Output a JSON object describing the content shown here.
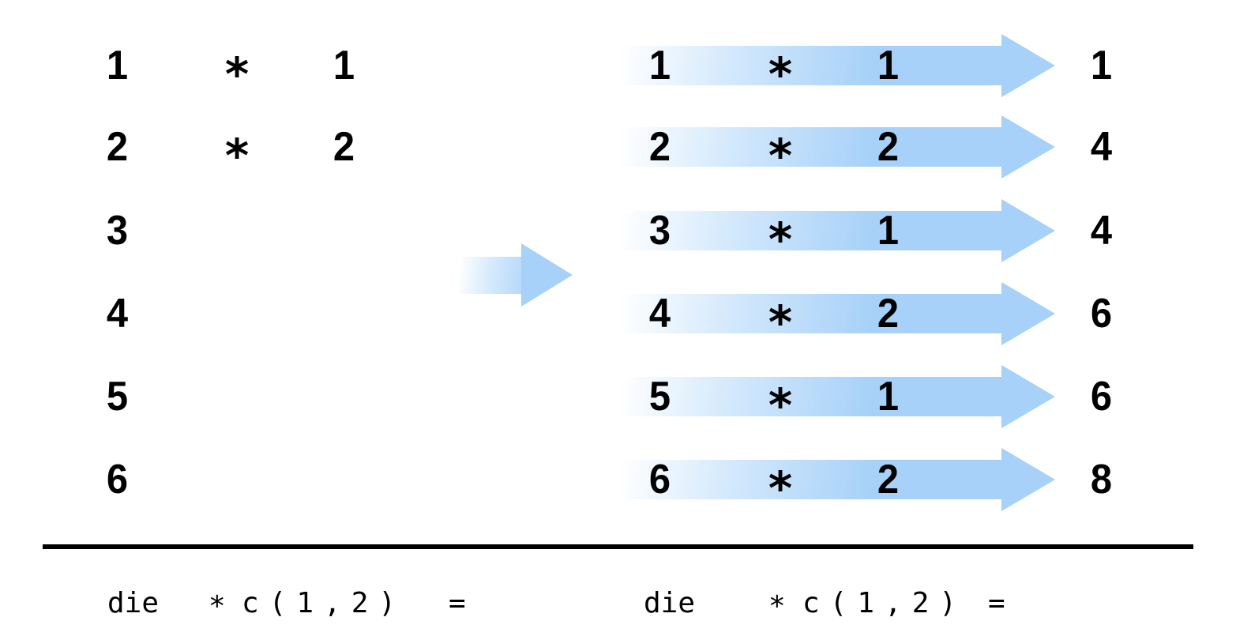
{
  "left_column": {
    "rows": [
      {
        "die": "1",
        "op": "*",
        "c": "1"
      },
      {
        "die": "2",
        "op": "*",
        "c": "2"
      },
      {
        "die": "3",
        "op": "",
        "c": ""
      },
      {
        "die": "4",
        "op": "",
        "c": ""
      },
      {
        "die": "5",
        "op": "",
        "c": ""
      },
      {
        "die": "6",
        "op": "",
        "c": ""
      }
    ]
  },
  "right_column": {
    "rows": [
      {
        "die": "1",
        "op": "*",
        "c": "1",
        "result": "1"
      },
      {
        "die": "2",
        "op": "*",
        "c": "2",
        "result": "4"
      },
      {
        "die": "3",
        "op": "*",
        "c": "1",
        "result": "4"
      },
      {
        "die": "4",
        "op": "*",
        "c": "2",
        "result": "6"
      },
      {
        "die": "5",
        "op": "*",
        "c": "1",
        "result": "6"
      },
      {
        "die": "6",
        "op": "*",
        "c": "2",
        "result": "8"
      }
    ]
  },
  "caption_left": {
    "lhs": "die",
    "op": "*",
    "rhs": "c(1,2)",
    "eq": "="
  },
  "caption_right": {
    "lhs": "die",
    "op": "*",
    "rhs": "c(1,2)",
    "eq": "="
  },
  "colors": {
    "arrow_blue": "#a7d1f8",
    "arrow_fade_from": "#ffffff",
    "arrow_fade_mid": "#d2e8fc",
    "rule": "#000000",
    "text": "#000000"
  }
}
